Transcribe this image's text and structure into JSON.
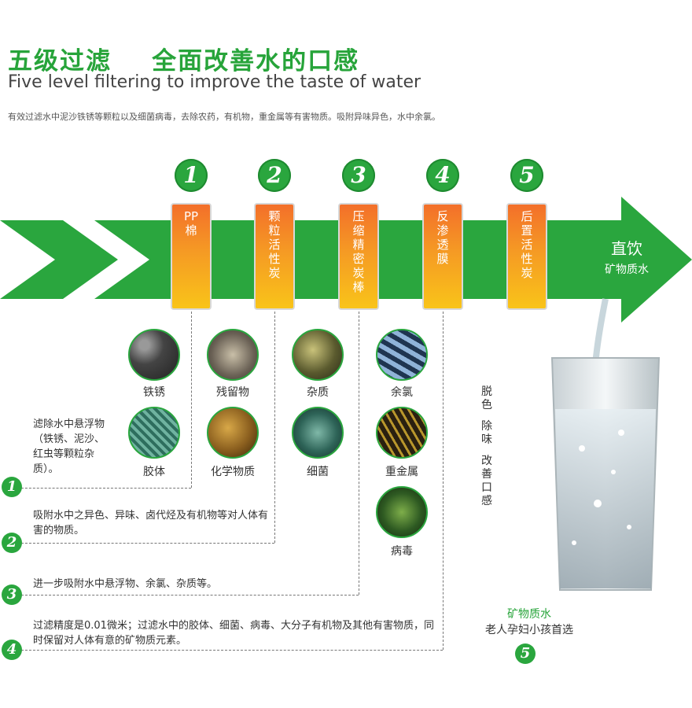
{
  "header": {
    "title": "五级过滤    全面改善水的口感",
    "subtitle": "Five level filtering to improve the taste of water",
    "description": "有效过滤水中泥沙铁锈等颗粒以及细菌病毒，去除农药，有机物，重金属等有害物质。吸附异味异色，水中余氯。"
  },
  "steps": [
    {
      "num": "1",
      "label": "PP棉"
    },
    {
      "num": "2",
      "label": "颗粒活性炭"
    },
    {
      "num": "3",
      "label": "压缩精密炭棒"
    },
    {
      "num": "4",
      "label": "反渗透膜"
    },
    {
      "num": "5",
      "label": "后置活性炭"
    }
  ],
  "arrow_text": {
    "line1": "直饮",
    "line2": "矿物质水"
  },
  "impurities": {
    "col1": [
      "铁锈",
      "胶体"
    ],
    "col2": [
      "残留物",
      "化学物质"
    ],
    "col3": [
      "杂质",
      "细菌"
    ],
    "col4": [
      "余氯",
      "重金属",
      "病毒"
    ]
  },
  "notes": [
    {
      "num": "1",
      "text": "滤除水中悬浮物（铁锈、泥沙、红虫等颗粒杂质）。"
    },
    {
      "num": "2",
      "text": "吸附水中之异色、异味、卤代烃及有机物等对人体有害的物质。"
    },
    {
      "num": "3",
      "text": "进一步吸附水中悬浮物、余氯、杂质等。"
    },
    {
      "num": "4",
      "text": "过滤精度是0.01微米；过滤水中的胶体、细菌、病毒、大分子有机物及其他有害物质，同时保留对人体有意的矿物质元素。"
    }
  ],
  "step5_effects": [
    "脱色",
    "除味",
    "改善口感"
  ],
  "final": {
    "title": "矿物质水",
    "subtitle": "老人孕妇小孩首选",
    "num": "5"
  },
  "colors": {
    "green": "#2aa63e",
    "orange": "#f36f2a",
    "yellow": "#f9c419"
  }
}
